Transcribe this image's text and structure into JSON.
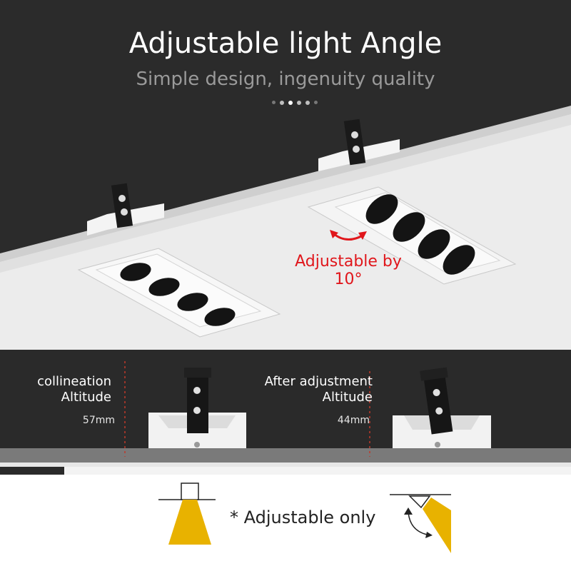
{
  "header": {
    "title": "Adjustable light Angle",
    "subtitle": "Simple design, ingenuity quality"
  },
  "hero": {
    "adjust_label_line1": "Adjustable by",
    "adjust_label_line2": "10°"
  },
  "comparison": {
    "left": {
      "line1": "collineation",
      "line2": "Altitude",
      "measure": "57mm"
    },
    "right": {
      "line1": "After adjustment",
      "line2": "Altitude",
      "measure": "44mm"
    }
  },
  "footer": {
    "note": "* Adjustable only"
  },
  "colors": {
    "background_dark": "#2b2b2b",
    "accent_red": "#e0161b",
    "beam_yellow": "#e8b200"
  }
}
